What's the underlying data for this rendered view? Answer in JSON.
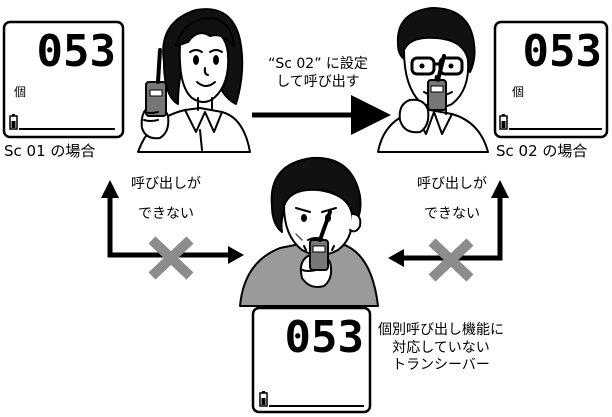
{
  "displays": {
    "left": {
      "channel": "053",
      "unit": "個"
    },
    "right": {
      "channel": "053",
      "unit": "個"
    },
    "bottom": {
      "channel": "053"
    }
  },
  "labels": {
    "case_left": "Sc 01 の場合",
    "case_right": "Sc 02 の場合",
    "top_instruction": [
      "“Sc 02” に設定",
      "して呼び出す"
    ],
    "cannot_call_left": [
      "呼び出しが",
      "できない"
    ],
    "cannot_call_right": [
      "呼び出しが",
      "できない"
    ],
    "bottom_note": [
      "個別呼び出し機能に",
      "対応していない",
      "トランシーバー"
    ]
  },
  "colors": {
    "ink": "#000000",
    "cross": "#8c8c8c",
    "shirt": "#9a9a9a",
    "paper": "#ffffff"
  },
  "icons": [
    "battery-icon",
    "cross-icon",
    "arrow-icon",
    "handheld-radio-icon"
  ]
}
